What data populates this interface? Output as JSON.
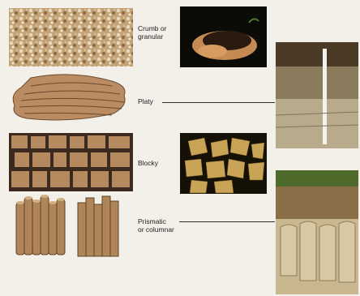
{
  "figure": {
    "rows": [
      {
        "id": "crumb",
        "label_line1": "Crumb or",
        "label_line2": "granular"
      },
      {
        "id": "platy",
        "label_line1": "Platy"
      },
      {
        "id": "blocky",
        "label_line1": "Blocky"
      },
      {
        "id": "prismatic",
        "label_line1": "Prismatic",
        "label_line2": "or columnar"
      }
    ],
    "colors": {
      "background": "#f3f0ea",
      "soil_tan": "#b9966b",
      "soil_dark": "#6b4a2c",
      "leader_line": "#333333"
    },
    "icons": {
      "crumb_photo": "hands-holding-soil-photo",
      "platy_profile": "platy-soil-profile-photo",
      "blocky_photo": "blocky-aggregates-photo",
      "prismatic_profile": "prismatic-soil-profile-photo"
    }
  }
}
